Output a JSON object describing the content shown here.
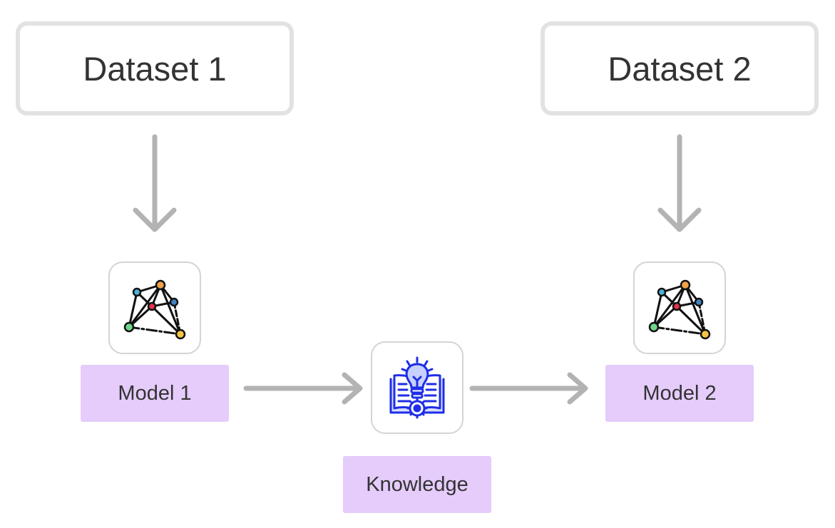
{
  "datasets": [
    {
      "label": "Dataset 1"
    },
    {
      "label": "Dataset 2"
    }
  ],
  "models": [
    {
      "label": "Model 1",
      "icon": "neural-network-icon"
    },
    {
      "label": "Model 2",
      "icon": "neural-network-icon"
    }
  ],
  "knowledge": {
    "label": "Knowledge",
    "icon": "knowledge-book-icon"
  },
  "colors": {
    "arrow": "#b3b3b3",
    "box_border": "#e2e2e2",
    "label_fill": "#e5ccfb",
    "text": "#333333",
    "knowledge_icon": "#1e2ee6"
  }
}
